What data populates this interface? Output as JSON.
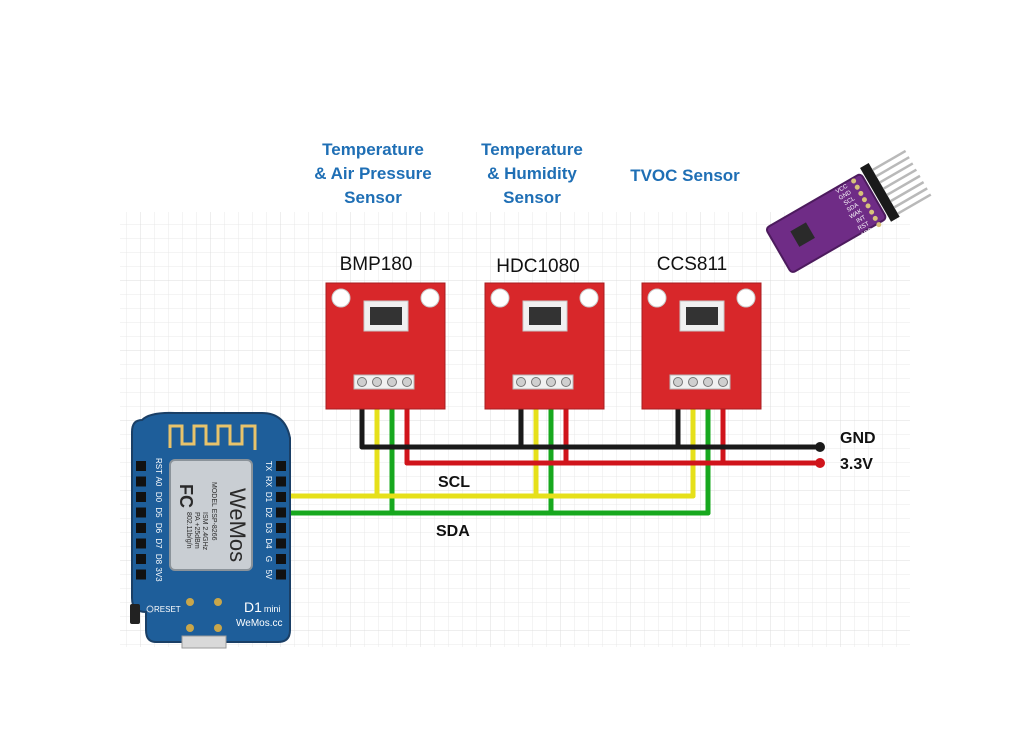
{
  "sensors": [
    {
      "heading_lines": [
        "Temperature",
        "& Air Pressure",
        "Sensor"
      ],
      "model": "BMP180"
    },
    {
      "heading_lines": [
        "Temperature",
        "& Humidity",
        "Sensor"
      ],
      "model": "HDC1080"
    },
    {
      "heading_lines": [
        "TVOC Sensor"
      ],
      "model": "CCS811"
    }
  ],
  "rails": {
    "gnd": "GND",
    "v33": "3.3V",
    "scl": "SCL",
    "sda": "SDA"
  },
  "board": {
    "pins_left": [
      "RST",
      "A0",
      "D0",
      "D5",
      "D6",
      "D7",
      "D8",
      "3V3"
    ],
    "pins_right": [
      "TX",
      "RX",
      "D1",
      "D2",
      "D3",
      "D4",
      "G",
      "5V"
    ],
    "reset_label": "RESET",
    "model_label": "D1",
    "model_suffix": "mini",
    "brand_footer": "WeMos.cc",
    "shield_brand": "WeMos",
    "shield_lines": [
      "MODEL ESP-8266",
      "ISM 2.4GHz",
      "PA +25dBm",
      "802.11b/g/n"
    ],
    "fc_mark": "FC"
  },
  "breakout_pins": [
    "VCC",
    "GND",
    "SCL",
    "SDA",
    "WAK",
    "INT",
    "RST",
    "ADD"
  ],
  "colors": {
    "heading": "#1f6fb5",
    "module_red": "#d8272a",
    "wire_black": "#1a1a1a",
    "wire_red": "#d0141b",
    "wire_yellow": "#e6e01a",
    "wire_green": "#17a81e",
    "board_blue": "#1e5e9a",
    "breakout_purple": "#6f2c86"
  }
}
